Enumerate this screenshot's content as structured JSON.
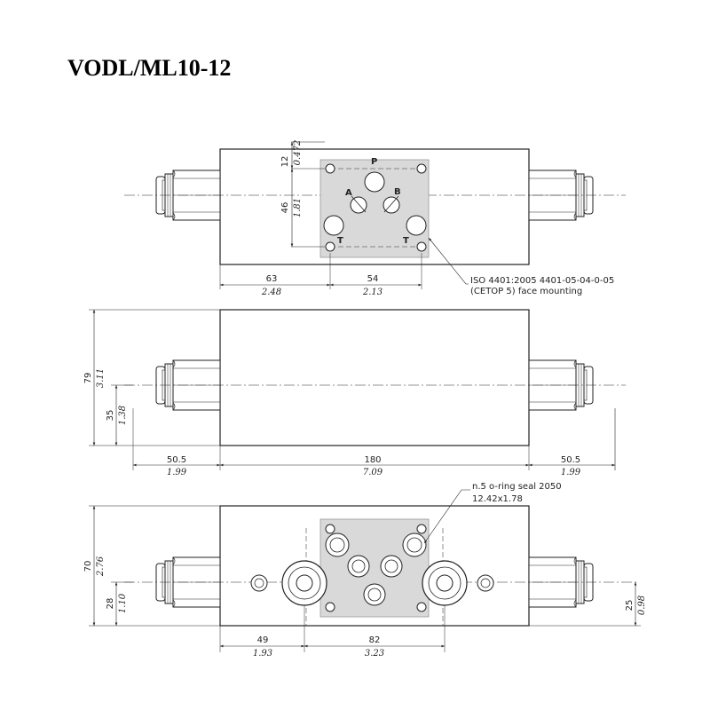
{
  "title": "VODL/ML10-12",
  "top_view": {
    "dims": {
      "d63": "63",
      "d63_in": "2.48",
      "d54": "54",
      "d54_in": "2.13",
      "d12": "12",
      "d12_in": "0.472",
      "d46": "46",
      "d46_in": "1.81"
    },
    "ports": {
      "p": "P",
      "a": "A",
      "b": "B",
      "t1": "T",
      "t2": "T"
    },
    "note_line1": "ISO 4401:2005 4401-05-04-0-05",
    "note_line2": "(CETOP 5) face mounting"
  },
  "side_view": {
    "dims": {
      "d79": "79",
      "d79_in": "3.11",
      "d35": "35",
      "d35_in": "1.38",
      "d50_5_left": "50.5",
      "d50_5_left_in": "1.99",
      "d180": "180",
      "d180_in": "7.09",
      "d50_5_right": "50.5",
      "d50_5_right_in": "1.99"
    }
  },
  "bottom_view": {
    "dims": {
      "d70": "70",
      "d70_in": "2.76",
      "d28": "28",
      "d28_in": "1.10",
      "d49": "49",
      "d49_in": "1.93",
      "d82": "82",
      "d82_in": "3.23",
      "d25": "25",
      "d25_in": "0.98"
    },
    "note_line1": "n.5 o-ring seal 2050",
    "note_line2": "12.42x1.78"
  },
  "colors": {
    "line": "#222222",
    "face": "#d9d9d9",
    "background": "#ffffff"
  }
}
